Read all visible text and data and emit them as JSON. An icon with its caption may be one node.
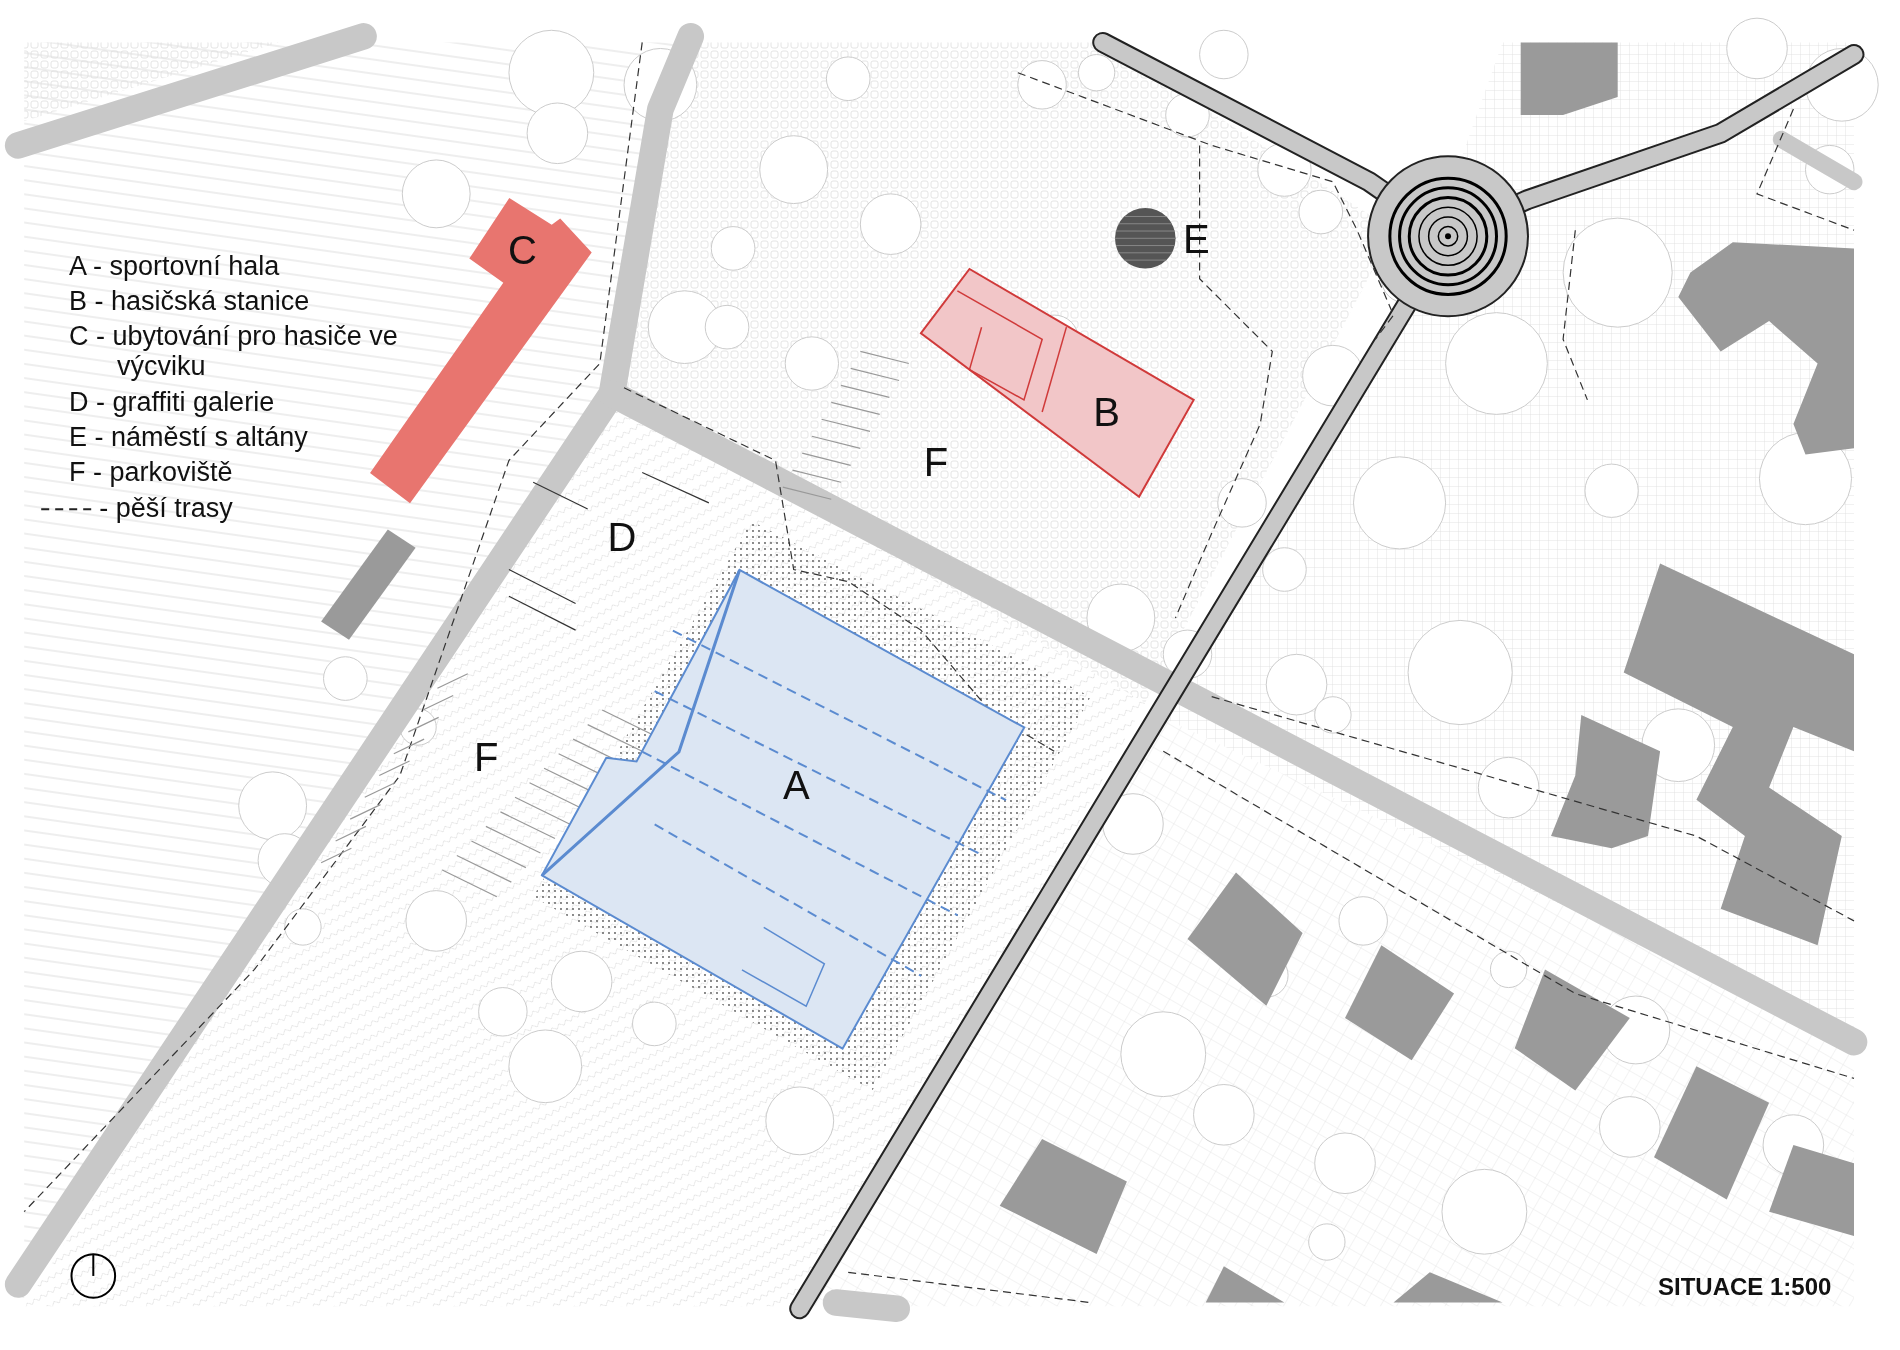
{
  "diagram": {
    "caption": "SITUACE 1:500",
    "nodes": [
      {
        "text": [
          "A"
        ]
      },
      {
        "text": [
          "B"
        ]
      },
      {
        "text": [
          "C"
        ]
      },
      {
        "text": [],
        "shape": "circle",
        "beside": [
          "E"
        ]
      }
    ],
    "edges": [],
    "labels": [
      "A - sportovní hala",
      "B - hasičská stanice",
      "C - ubytování pro hasiče ve výcviku",
      "D - graffiti galerie",
      "E - náměstí s altány",
      "F - parkoviště",
      "F",
      "D",
      "F"
    ],
    "legend": [
      {
        "text": "- pěší trasy"
      }
    ]
  }
}
